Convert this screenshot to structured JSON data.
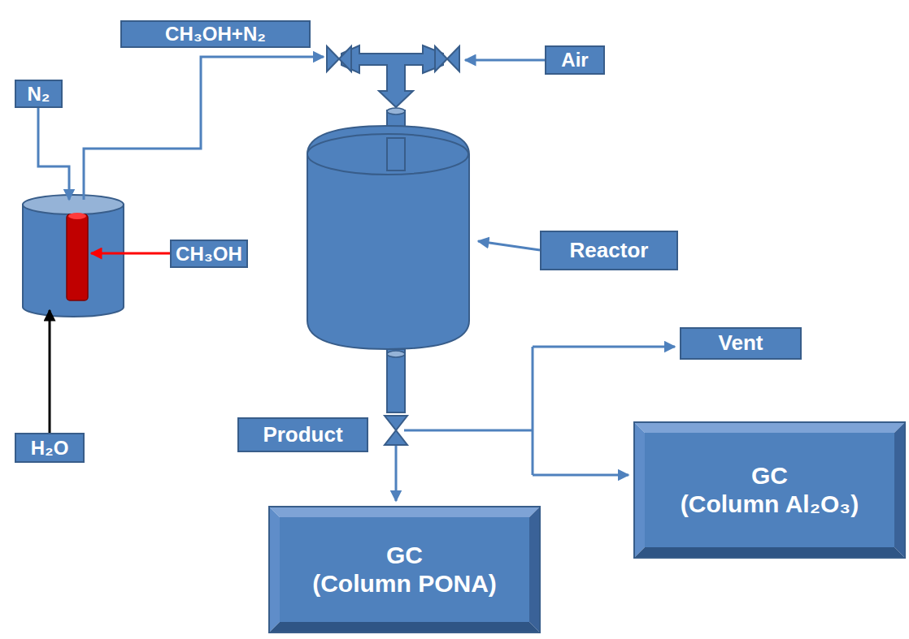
{
  "diagram": {
    "nodes": [
      {
        "text": [
          "CH₃OH+N₂"
        ]
      },
      {
        "text": [
          "N₂"
        ]
      },
      {
        "text": [
          "Air"
        ]
      },
      {
        "text": [
          "CH₃OH"
        ]
      },
      {
        "text": [
          "Reactor"
        ]
      },
      {
        "text": [
          "Vent"
        ]
      },
      {
        "text": [
          "H₂O"
        ]
      },
      {
        "text": [
          "Product"
        ]
      },
      {
        "text": [
          "GC",
          "(Column Al₂O₃)"
        ]
      },
      {
        "text": [
          "GC",
          "(Column PONA)"
        ]
      }
    ]
  }
}
